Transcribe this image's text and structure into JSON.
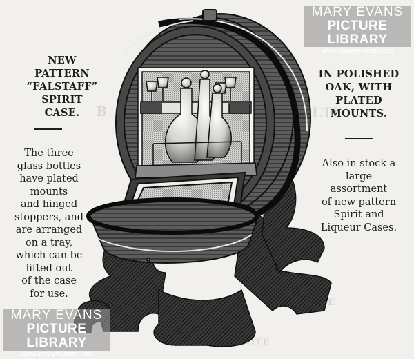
{
  "left_caption": {
    "title_lines": [
      "NEW",
      "PATTERN",
      "“FALSTAFF”",
      "SPIRIT CASE."
    ],
    "body_lines": [
      "The three",
      "glass bottles",
      "have plated",
      "mounts",
      "and hinged",
      "stoppers, and",
      "are arranged",
      "on a tray,",
      "which can be",
      "lifted out",
      "of the case",
      "for use."
    ]
  },
  "right_caption": {
    "title_lines": [
      "IN POLISHED",
      "OAK, WITH",
      "PLATED",
      "MOUNTS."
    ],
    "body_lines": [
      "Also in stock a",
      "large",
      "assortment",
      "of new pattern",
      "Spirit and",
      "Liqueur Cases."
    ]
  },
  "watermarks": [
    {
      "line1": "MARY EVANS",
      "line2": "PICTURE LIBRARY",
      "url": "www.maryevans.com"
    },
    {
      "line1": "MARY EVANS",
      "line2": "PICTURE LIBRARY",
      "url": "www.maryevans.com"
    }
  ],
  "colors": {
    "paper": "#f1f0ed",
    "ink": "#1d1d1d",
    "watermark": "#969696"
  }
}
